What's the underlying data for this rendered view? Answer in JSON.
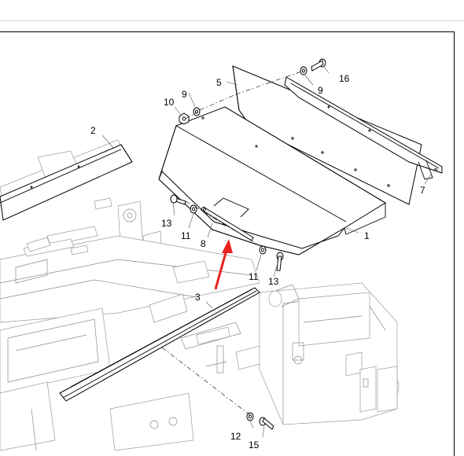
{
  "diagram": {
    "accent_color": "#e8231e",
    "callouts": [
      {
        "id": "c1",
        "text": "1"
      },
      {
        "id": "c2",
        "text": "2"
      },
      {
        "id": "c3",
        "text": "3"
      },
      {
        "id": "c5",
        "text": "5"
      },
      {
        "id": "c7",
        "text": "7"
      },
      {
        "id": "c8",
        "text": "8"
      },
      {
        "id": "c9a",
        "text": "9"
      },
      {
        "id": "c9b",
        "text": "9"
      },
      {
        "id": "c10",
        "text": "10"
      },
      {
        "id": "c11a",
        "text": "11"
      },
      {
        "id": "c11b",
        "text": "11"
      },
      {
        "id": "c12",
        "text": "12"
      },
      {
        "id": "c13a",
        "text": "13"
      },
      {
        "id": "c13b",
        "text": "13"
      },
      {
        "id": "c15",
        "text": "15"
      },
      {
        "id": "c16",
        "text": "16"
      }
    ]
  }
}
